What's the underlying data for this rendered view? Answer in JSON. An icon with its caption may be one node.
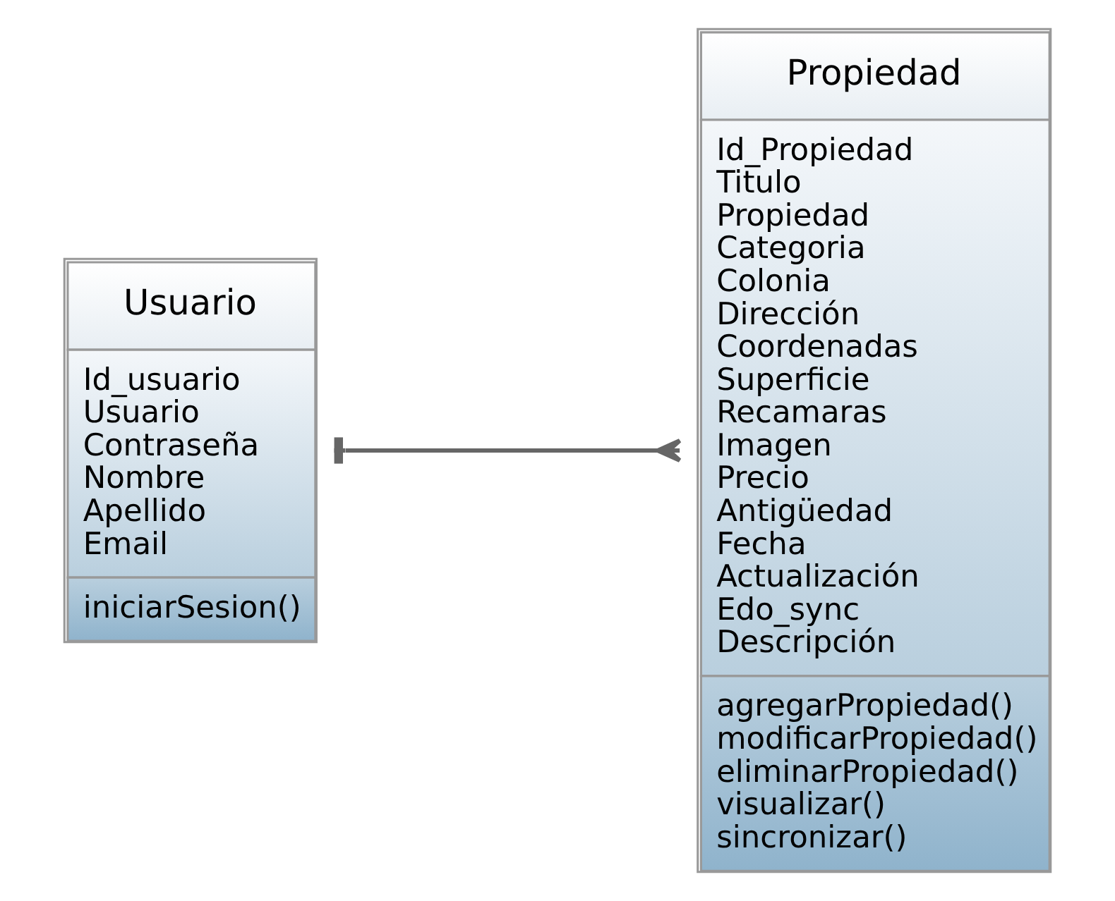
{
  "diagram": {
    "nodes": [
      {
        "text": [
          "Usuario",
          "Id_usuario",
          "Usuario",
          "Contraseña",
          "Nombre",
          "Apellido",
          "Email",
          "iniciarSesion()"
        ]
      },
      {
        "text": [
          "Propiedad",
          "Id_Propiedad",
          "Titulo",
          "Propiedad",
          "Categoria",
          "Colonia",
          "Dirección",
          "Coordenadas",
          "Superficie",
          "Recamaras",
          "Imagen",
          "Precio",
          "Antigüedad",
          "Fecha",
          "Actualización",
          "Edo_sync",
          "Descripción",
          "agregarPropiedad()",
          "modificarPropiedad()",
          "eliminarPropiedad()",
          "visualizar()",
          "sincronizar()"
        ]
      }
    ],
    "edges": [
      {
        "from": 0,
        "to": 1,
        "arrow": "other"
      }
    ]
  }
}
